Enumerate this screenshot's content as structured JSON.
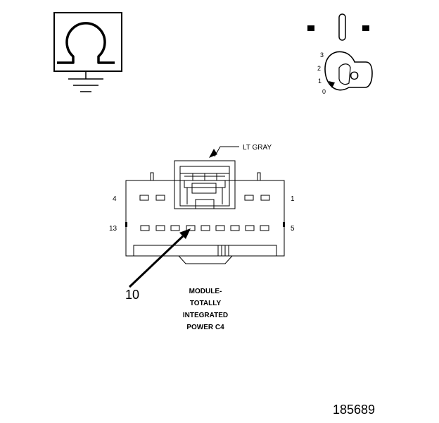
{
  "key_positions": {
    "p3": "3",
    "p2": "2",
    "p1": "1",
    "p0": "0"
  },
  "key_letter": "O",
  "color_label": "LT GRAY",
  "pin_labels": {
    "top_left": "4",
    "top_right": "1",
    "bottom_left": "13",
    "bottom_right": "5"
  },
  "callout_number": "10",
  "connector_name": [
    "MODULE-",
    "TOTALLY",
    "INTEGRATED",
    "POWER C4"
  ],
  "figure_number": "185689",
  "icons": {
    "ohmmeter": "ohm-ground-symbol-icon",
    "ignition": "ignition-key-icon",
    "connector": "connector-face-drawing"
  }
}
